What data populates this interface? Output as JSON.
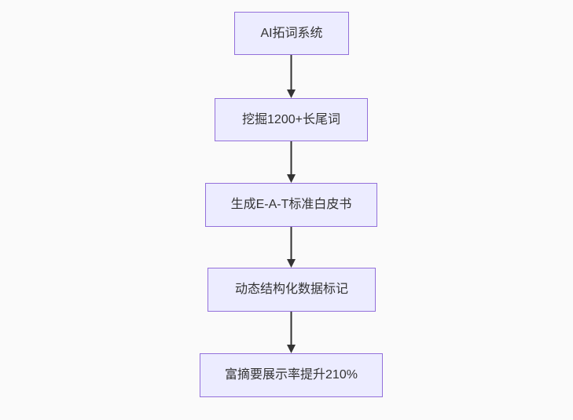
{
  "diagram": {
    "type": "flowchart",
    "direction": "top-down",
    "background_color": "#fafafa",
    "node_fill_color": "#ececff",
    "node_border_color": "#9370db",
    "node_text_color": "#333333",
    "arrow_color": "#333333",
    "nodes": [
      {
        "id": "n1",
        "label": "AI拓词系统"
      },
      {
        "id": "n2",
        "label": "挖掘1200+长尾词"
      },
      {
        "id": "n3",
        "label": "生成E-A-T标准白皮书"
      },
      {
        "id": "n4",
        "label": "动态结构化数据标记"
      },
      {
        "id": "n5",
        "label": "富摘要展示率提升210%"
      }
    ],
    "edges": [
      {
        "from": "n1",
        "to": "n2"
      },
      {
        "from": "n2",
        "to": "n3"
      },
      {
        "from": "n3",
        "to": "n4"
      },
      {
        "from": "n4",
        "to": "n5"
      }
    ]
  }
}
